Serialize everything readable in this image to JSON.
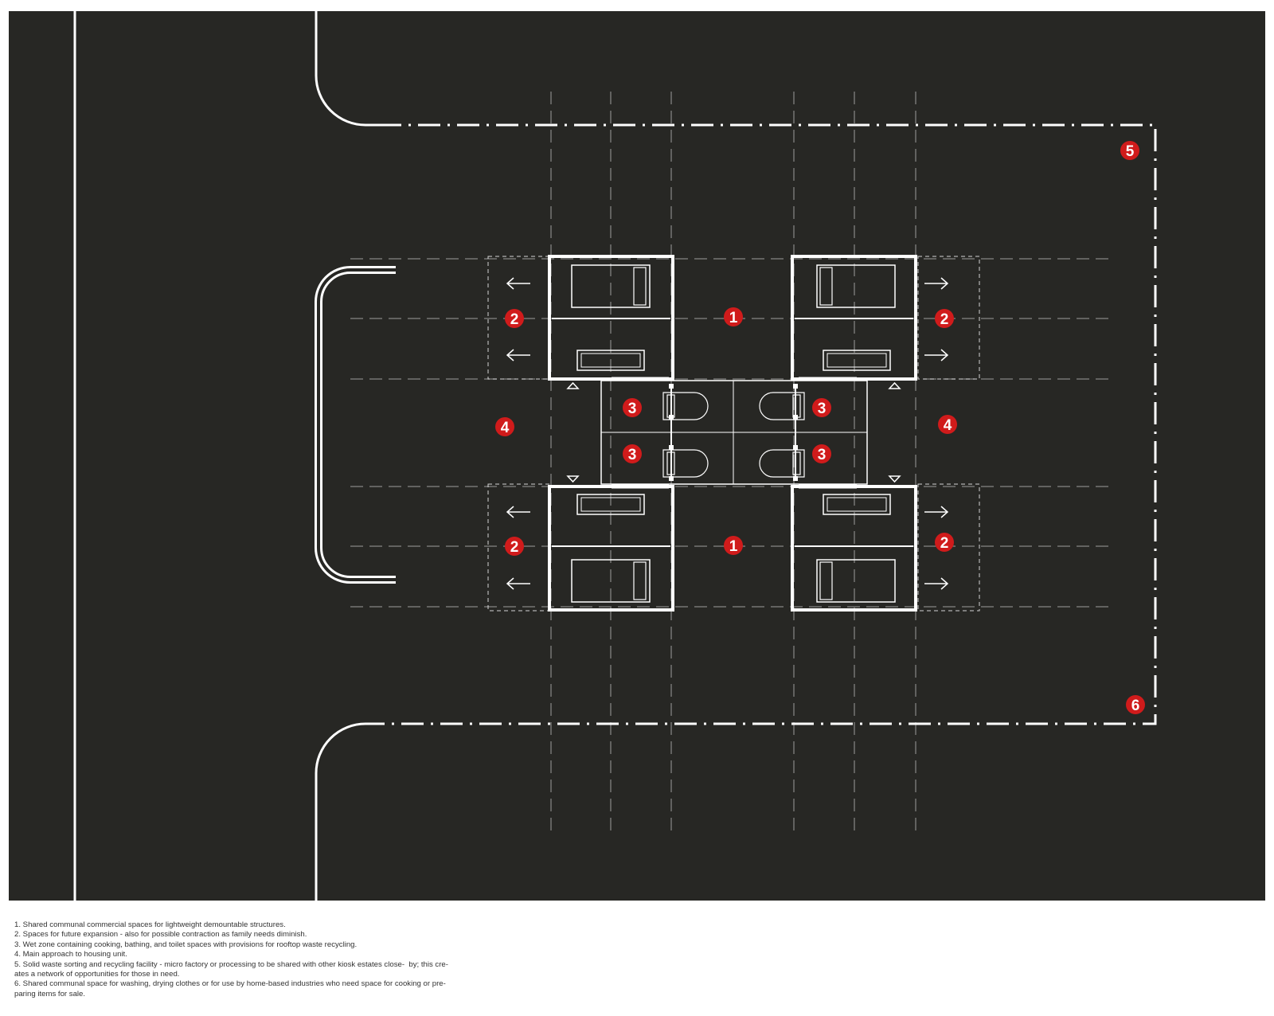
{
  "colors": {
    "ground": "#272724",
    "line": "#ffffff",
    "badge": "#d01b1b",
    "badge_text": "#ffffff",
    "legend_text": "#333333"
  },
  "markers": [
    {
      "id": "m1-top",
      "label": "1"
    },
    {
      "id": "m1-bottom",
      "label": "1"
    },
    {
      "id": "m2-top-left",
      "label": "2"
    },
    {
      "id": "m2-top-right",
      "label": "2"
    },
    {
      "id": "m2-bottom-left",
      "label": "2"
    },
    {
      "id": "m2-bottom-right",
      "label": "2"
    },
    {
      "id": "m3-top-left",
      "label": "3"
    },
    {
      "id": "m3-top-right",
      "label": "3"
    },
    {
      "id": "m3-bottom-left",
      "label": "3"
    },
    {
      "id": "m3-bottom-right",
      "label": "3"
    },
    {
      "id": "m4-left",
      "label": "4"
    },
    {
      "id": "m4-right",
      "label": "4"
    },
    {
      "id": "m5",
      "label": "5"
    },
    {
      "id": "m6",
      "label": "6"
    }
  ],
  "legend": [
    "1. Shared communal commercial spaces for lightweight demountable structures.",
    "2. Spaces for future expansion - also for possible contraction as family needs diminish.",
    "3. Wet zone containing cooking, bathing, and toilet spaces with provisions for rooftop waste recycling.",
    "4. Main approach to housing unit.",
    "5. Solid waste sorting and recycling facility - micro factory or processing to be shared with other kiosk estates close-  by; this cre-",
    "ates a network of opportunities for those in need.",
    "6. Shared communal space for washing, drying clothes or for use by home-based industries who need space for cooking or pre-",
    "paring items for sale."
  ]
}
